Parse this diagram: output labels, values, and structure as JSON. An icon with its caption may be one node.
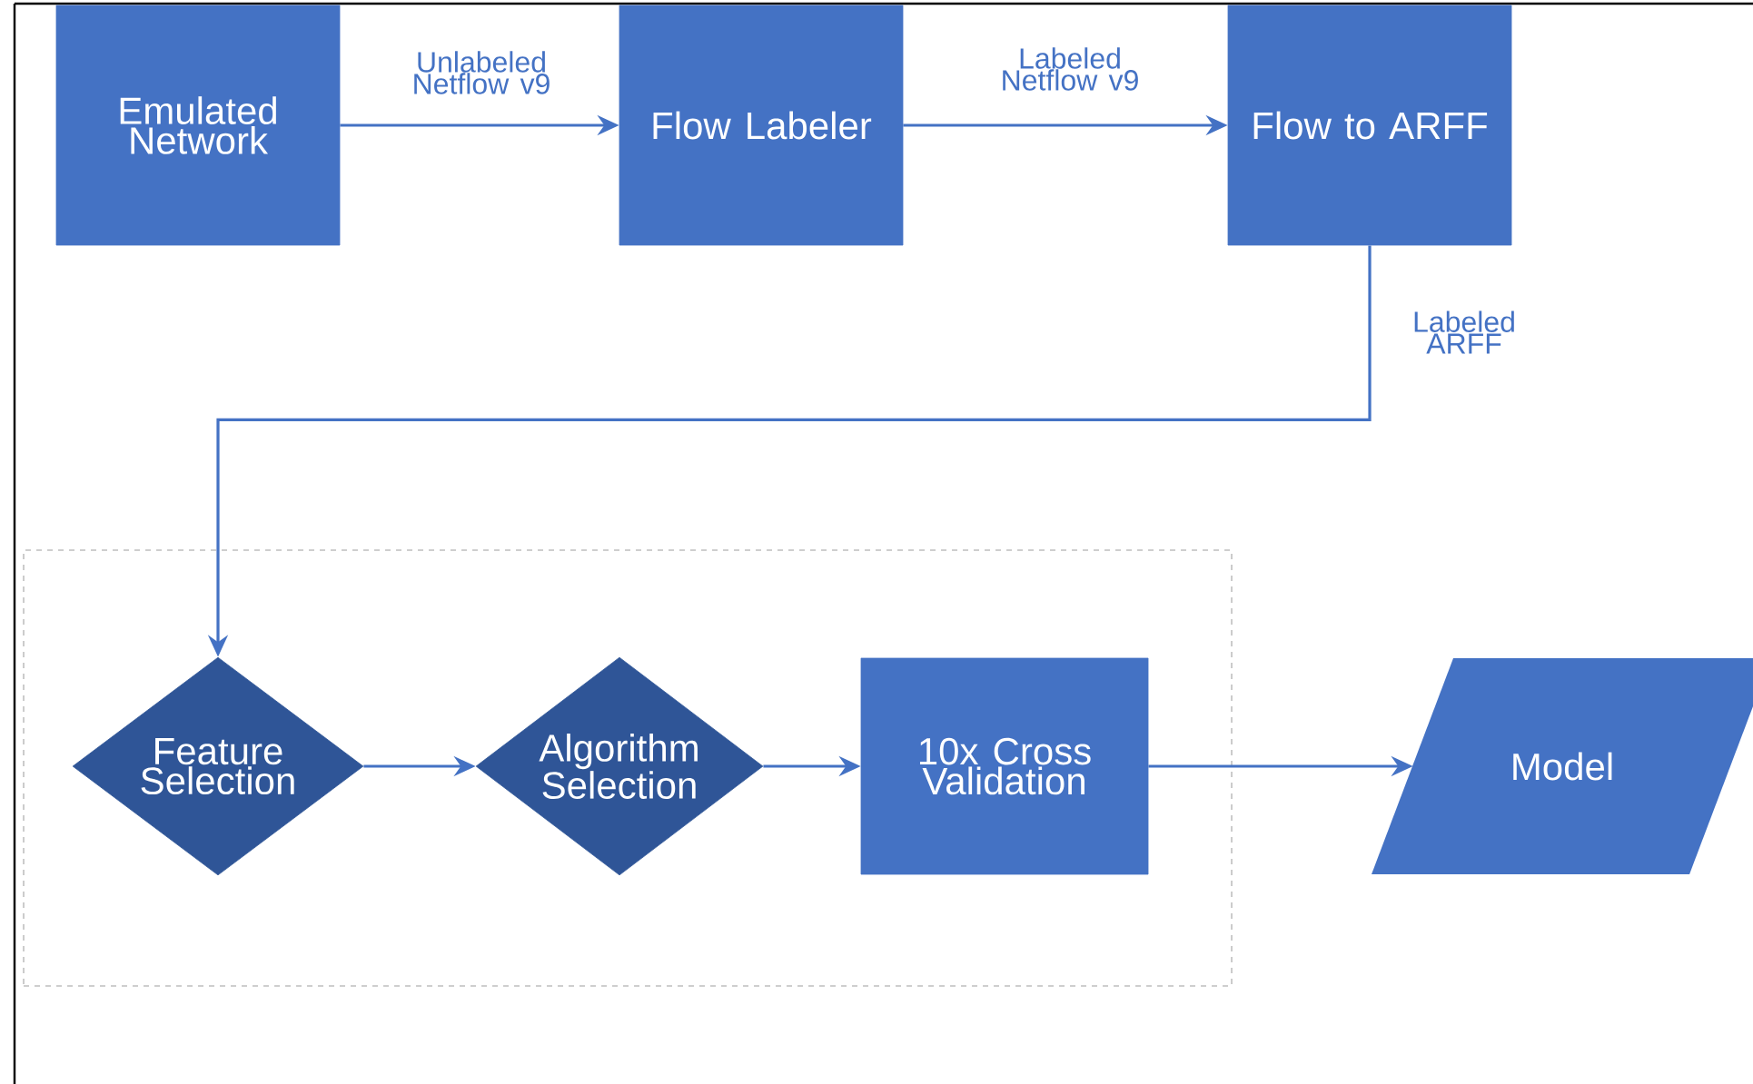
{
  "diagram": {
    "nodes": [
      {
        "text": [
          "Emulated Network"
        ]
      },
      {
        "text": [
          "Flow Labeler"
        ]
      },
      {
        "text": [
          "Flow to ARFF"
        ]
      },
      {
        "text": [],
        "shape": "box"
      },
      {
        "text": [
          "Feature Selection"
        ],
        "in": 3
      },
      {
        "text": [
          "Algorithm Selection"
        ],
        "in": 3
      },
      {
        "text": [
          "10x Cross Validation"
        ],
        "in": 3
      },
      {
        "text": [
          "Model"
        ]
      }
    ],
    "edges": [
      {
        "from": 0,
        "to": 1,
        "arrow": "to",
        "label": "Unlabeled Netflow v9"
      },
      {
        "from": 1,
        "to": 2,
        "arrow": "to",
        "label": "Labeled Netflow v9"
      },
      {
        "from": 2,
        "to": 4,
        "arrow": "to",
        "label": "Labeled ARFF"
      },
      {
        "from": 4,
        "to": 5,
        "arrow": "to"
      },
      {
        "from": 5,
        "to": 6,
        "arrow": "to"
      },
      {
        "from": 6,
        "to": 7,
        "arrow": "to"
      }
    ]
  }
}
